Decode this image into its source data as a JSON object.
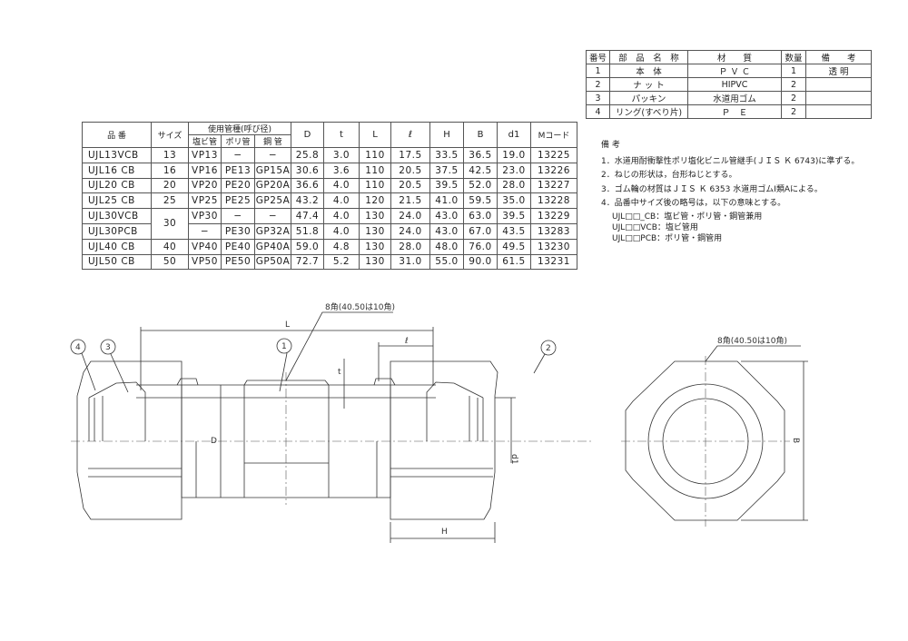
{
  "parts_table": {
    "headers": [
      "番号",
      "部　品　名　称",
      "材　　質",
      "数量",
      "備　　考"
    ],
    "rows": [
      [
        "1",
        "本　体",
        "Ｐ Ｖ Ｃ",
        "1",
        "透 明"
      ],
      [
        "2",
        "ナ ッ ト",
        "HIPVC",
        "2",
        ""
      ],
      [
        "3",
        "パッキン",
        "水道用ゴム",
        "2",
        ""
      ],
      [
        "4",
        "リング(すべり片)",
        "Ｐ　Ｅ",
        "2",
        ""
      ]
    ]
  },
  "spec_table": {
    "headers": {
      "part_no": "品 番",
      "size": "サイズ",
      "pipe_type": "使用管種(呼び径)",
      "pvc": "塩ビ管",
      "poly": "ポリ管",
      "steel": "鋼 管",
      "D": "D",
      "t": "t",
      "L": "L",
      "l": "ℓ",
      "H": "H",
      "B": "B",
      "d1": "d1",
      "mcode": "Mコード"
    },
    "rows": [
      {
        "part_no": "UJL13VCB",
        "size": "13",
        "pvc": "VP13",
        "poly": "−",
        "steel": "−",
        "D": "25.8",
        "t": "3.0",
        "L": "110",
        "l": "17.5",
        "H": "33.5",
        "B": "36.5",
        "d1": "19.0",
        "mcode": "13225"
      },
      {
        "part_no": "UJL16 CB",
        "size": "16",
        "pvc": "VP16",
        "poly": "PE13",
        "steel": "GP15A",
        "D": "30.6",
        "t": "3.6",
        "L": "110",
        "l": "20.5",
        "H": "37.5",
        "B": "42.5",
        "d1": "23.0",
        "mcode": "13226"
      },
      {
        "part_no": "UJL20 CB",
        "size": "20",
        "pvc": "VP20",
        "poly": "PE20",
        "steel": "GP20A",
        "D": "36.6",
        "t": "4.0",
        "L": "110",
        "l": "20.5",
        "H": "39.5",
        "B": "52.0",
        "d1": "28.0",
        "mcode": "13227"
      },
      {
        "part_no": "UJL25 CB",
        "size": "25",
        "pvc": "VP25",
        "poly": "PE25",
        "steel": "GP25A",
        "D": "43.2",
        "t": "4.0",
        "L": "120",
        "l": "21.5",
        "H": "41.0",
        "B": "59.5",
        "d1": "35.0",
        "mcode": "13228"
      },
      {
        "part_no": "UJL30VCB",
        "size": "30",
        "pvc": "VP30",
        "poly": "−",
        "steel": "−",
        "D": "47.4",
        "t": "4.0",
        "L": "130",
        "l": "24.0",
        "H": "43.0",
        "B": "63.0",
        "d1": "39.5",
        "mcode": "13229"
      },
      {
        "part_no": "UJL30PCB",
        "size": "",
        "pvc": "−",
        "poly": "PE30",
        "steel": "GP32A",
        "D": "51.8",
        "t": "4.0",
        "L": "130",
        "l": "24.0",
        "H": "43.0",
        "B": "67.0",
        "d1": "43.5",
        "mcode": "13283"
      },
      {
        "part_no": "UJL40 CB",
        "size": "40",
        "pvc": "VP40",
        "poly": "PE40",
        "steel": "GP40A",
        "D": "59.0",
        "t": "4.8",
        "L": "130",
        "l": "28.0",
        "H": "48.0",
        "B": "76.0",
        "d1": "49.5",
        "mcode": "13230"
      },
      {
        "part_no": "UJL50 CB",
        "size": "50",
        "pvc": "VP50",
        "poly": "PE50",
        "steel": "GP50A",
        "D": "72.7",
        "t": "5.2",
        "L": "130",
        "l": "31.0",
        "H": "55.0",
        "B": "90.0",
        "d1": "61.5",
        "mcode": "13231"
      }
    ]
  },
  "notes": {
    "title": "備 考",
    "items": [
      "1．水道用耐衝撃性ポリ塩化ビニル管継手(ＪＩＳ Ｋ 6743)に準ずる。",
      "2．ねじの形状は，台形ねじとする。",
      "3．ゴム輪の材質はＪＩＳ Ｋ 6353 水道用ゴムⅠ類Aによる。",
      "4．品番中サイズ後の略号は，以下の意味とする。"
    ],
    "sub_items": [
      "UJL□□_CB：塩ビ管・ポリ管・鋼管兼用",
      "UJL□□VCB：塩ビ管用",
      "UJL□□PCB：ポリ管・鋼管用"
    ]
  },
  "drawing": {
    "hex_note": "8角(40.50は10角)",
    "dims": {
      "L": "L",
      "l": "ℓ",
      "t": "t",
      "D": "D",
      "d1": "d1",
      "H": "H",
      "B": "B"
    },
    "balloons": [
      "1",
      "2",
      "3",
      "4"
    ]
  }
}
